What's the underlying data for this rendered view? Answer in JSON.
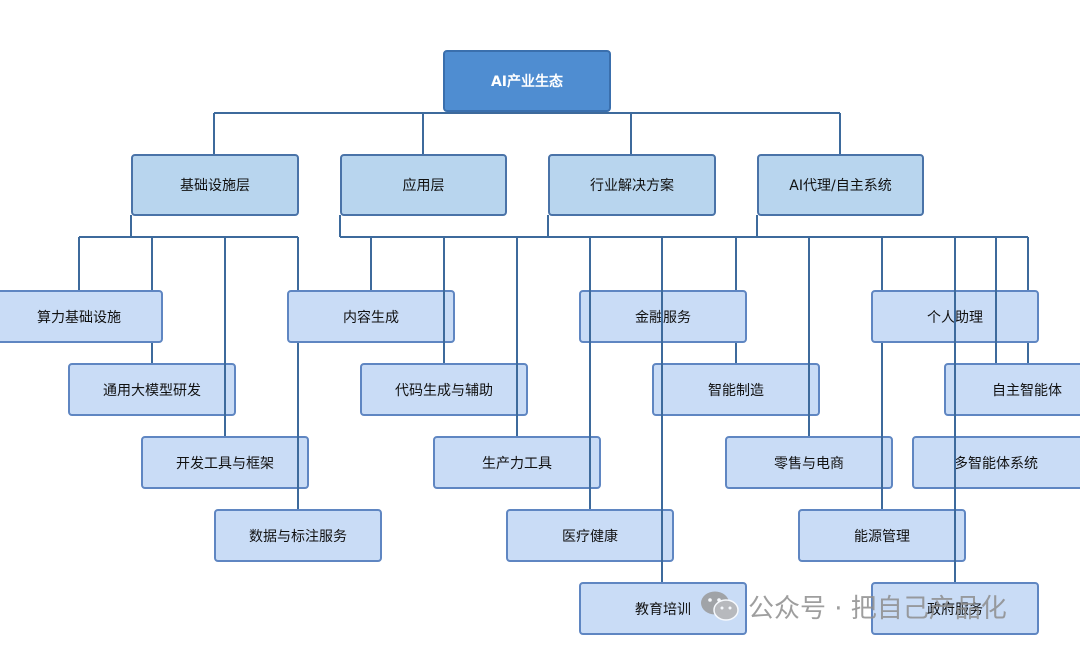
{
  "root": {
    "label": "AI产业生态"
  },
  "categories": [
    {
      "label": "基础设施层",
      "children": [
        "算力基础设施",
        "通用大模型研发",
        "开发工具与框架",
        "数据与标注服务"
      ]
    },
    {
      "label": "应用层",
      "children": [
        "内容生成",
        "代码生成与辅助",
        "生产力工具",
        "医疗健康",
        "教育培训"
      ]
    },
    {
      "label": "行业解决方案",
      "children": [
        "金融服务",
        "智能制造",
        "零售与电商",
        "能源管理",
        "政府服务"
      ]
    },
    {
      "label": "AI代理/自主系统",
      "children": [
        "个人助理",
        "自主智能体",
        "多智能体系统"
      ]
    }
  ],
  "watermark": {
    "text": "公众号 · 把自己产品化",
    "icon": "wechat-icon"
  },
  "colors": {
    "root_fill": "#4f8dd1",
    "category_fill": "#b8d5ee",
    "leaf_fill": "#c9dcf6",
    "border": "#4a6fa5",
    "connector": "#3d6a9c"
  }
}
